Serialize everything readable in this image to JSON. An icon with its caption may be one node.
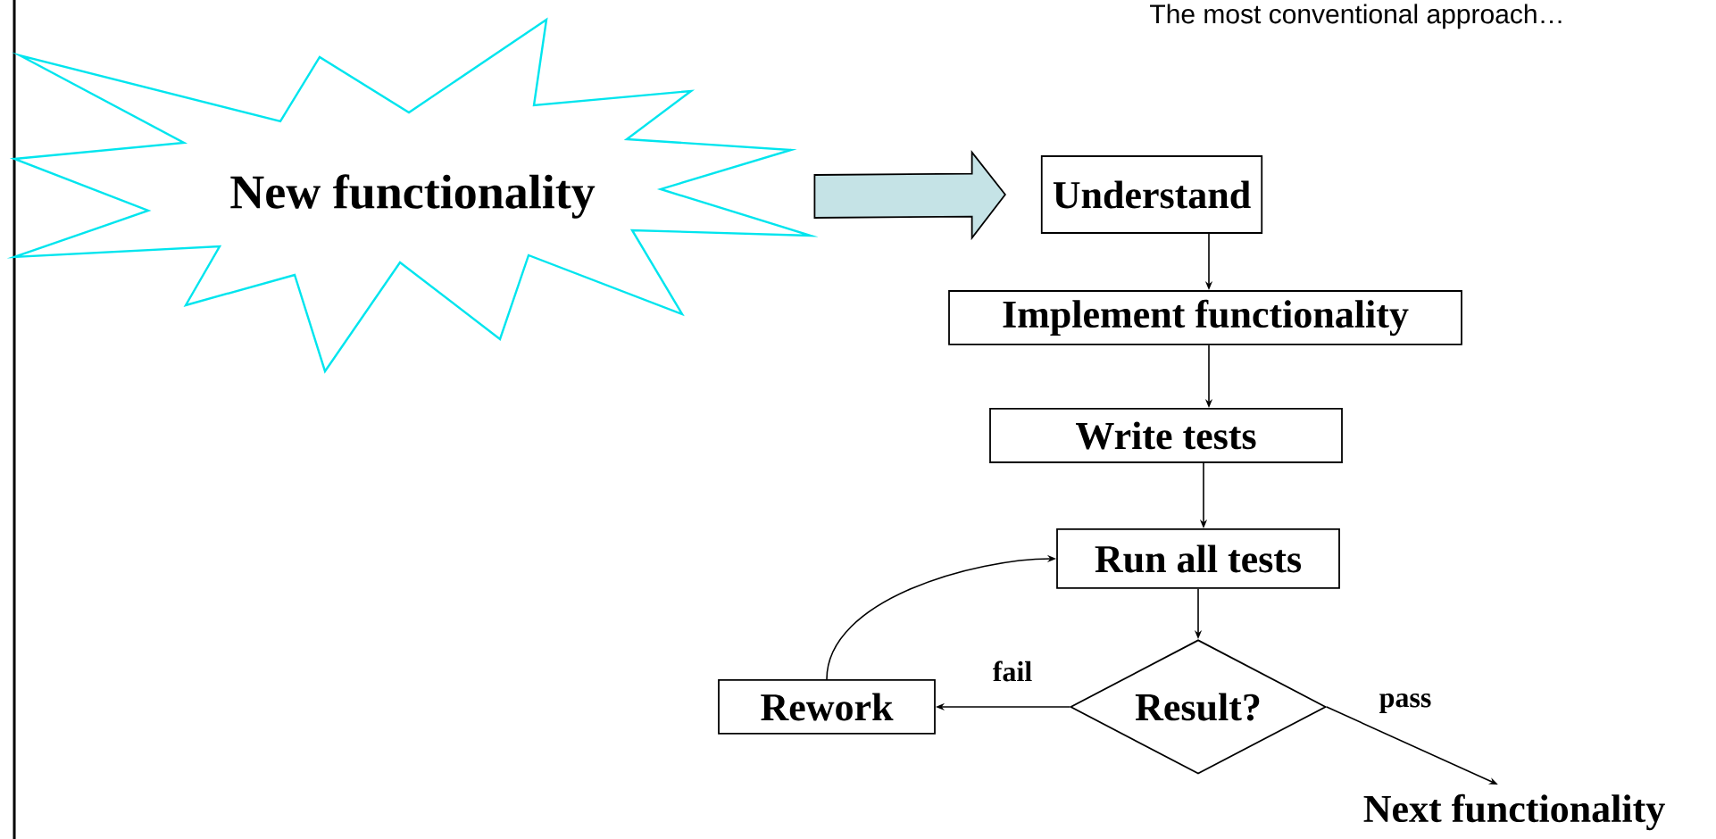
{
  "diagram": {
    "title": "The most conventional approach…",
    "nodes": [
      {
        "text": [
          "New functionality"
        ]
      },
      {
        "text": [
          "Understand"
        ]
      },
      {
        "text": [
          "Implement functionality"
        ]
      },
      {
        "text": [
          "Write tests"
        ]
      },
      {
        "text": [
          "Run all tests"
        ]
      },
      {
        "text": [
          "Result?"
        ]
      },
      {
        "text": [
          "Rework"
        ]
      },
      {
        "text": [
          "Next functionality"
        ]
      }
    ],
    "edges": [
      {
        "from": 0,
        "to": 1,
        "arrow": "to",
        "style": "thick",
        "color": "#c5e3e6"
      },
      {
        "from": 1,
        "to": 2,
        "arrow": "to"
      },
      {
        "from": 2,
        "to": 3,
        "arrow": "to"
      },
      {
        "from": 3,
        "to": 4,
        "arrow": "to"
      },
      {
        "from": 4,
        "to": 5,
        "arrow": "to"
      },
      {
        "from": 5,
        "to": 6,
        "arrow": "to",
        "label": "fail"
      },
      {
        "from": 6,
        "to": 4,
        "arrow": "to"
      },
      {
        "from": 5,
        "to": 7,
        "arrow": "to",
        "label": "pass"
      }
    ]
  }
}
